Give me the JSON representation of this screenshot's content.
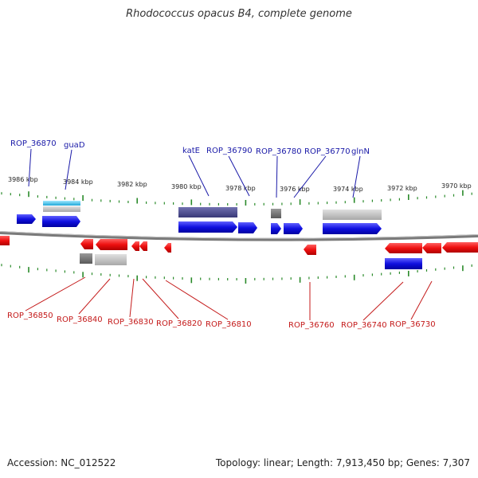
{
  "header": {
    "title": "Rhodococcus opacus B4, complete genome"
  },
  "footer": {
    "accession": "Accession: NC_012522",
    "summary": "Topology: linear; Length: 7,913,450 bp; Genes: 7,307"
  },
  "colors": {
    "forward_gene": "#1010e0",
    "reverse_gene": "#e01010",
    "forward_label": "#1a1aa8",
    "reverse_label": "#c41a1a",
    "tick": "#2a8a2a",
    "backbone": "#888888"
  },
  "scale": {
    "labels": [
      "3986 kbp",
      "3984 kbp",
      "3982 kbp",
      "3980 kbp",
      "3978 kbp",
      "3976 kbp",
      "3974 kbp",
      "3972 kbp",
      "3970 kbp"
    ]
  },
  "forward_labels": [
    "ROP_36870",
    "guaD",
    "katE",
    "ROP_36790",
    "ROP_36780",
    "ROP_36770",
    "glnN"
  ],
  "reverse_labels": [
    "ROP_36850",
    "ROP_36840",
    "ROP_36830",
    "ROP_36820",
    "ROP_36810",
    "ROP_36760",
    "ROP_36740",
    "ROP_36730"
  ]
}
